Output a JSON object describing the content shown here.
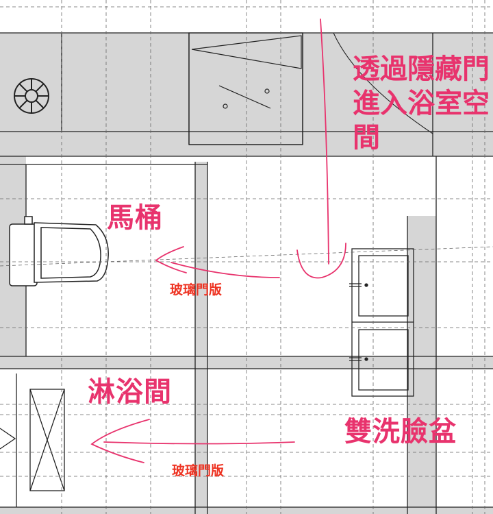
{
  "annotations": {
    "hidden_door": {
      "lines": [
        "透過隱藏門",
        "進入浴室空",
        "間"
      ],
      "color": "#e8336d"
    },
    "toilet": {
      "text": "馬桶",
      "color": "#e8336d"
    },
    "glass_door_upper": {
      "text": "玻璃門版",
      "color": "#ee3322"
    },
    "shower": {
      "text": "淋浴間",
      "color": "#e8336d"
    },
    "double_basin": {
      "text": "雙洗臉盆",
      "color": "#e8336d"
    },
    "glass_door_lower": {
      "text": "玻璃門版",
      "color": "#ee3322"
    }
  },
  "colors": {
    "wall_fill": "#d6d6d6",
    "line": "#222222",
    "guide": "#666666",
    "annotation": "#e8336d"
  }
}
